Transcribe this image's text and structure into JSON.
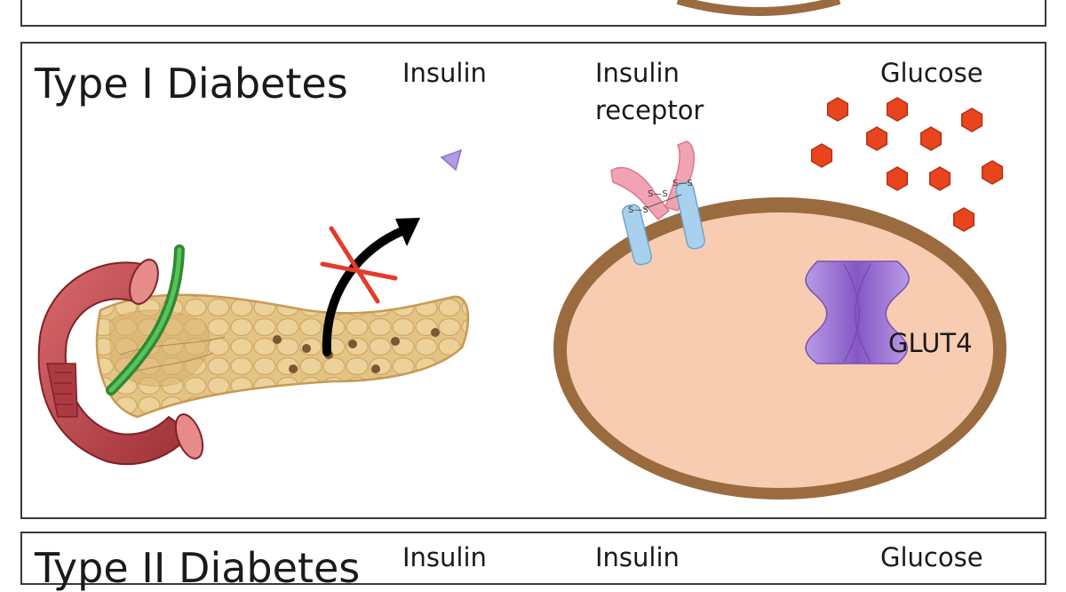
{
  "main_panel": {
    "title": "Type I Diabetes",
    "labels": {
      "insulin": "Insulin",
      "insulin_receptor_1": "Insulin",
      "insulin_receptor_2": "receptor",
      "glucose": "Glucose",
      "glut4": "GLUT4",
      "disulfide": "S—S"
    }
  },
  "bottom_panel": {
    "title": "Type II Diabetes",
    "labels": {
      "insulin": "Insulin",
      "insulin_receptor_1": "Insulin",
      "glucose": "Glucose"
    }
  },
  "colors": {
    "panel_border": "#3a3a3a",
    "cell_membrane": "#9a6b3f",
    "cytoplasm": "#f7ccb0",
    "glucose": "#e8451f",
    "insulin": "#b49ae6",
    "glut4": "#9b74cf",
    "receptor_alpha": "#f2a3b3",
    "receptor_beta": "#a9d1ee",
    "pancreas": "#e4c484",
    "duodenum": "#c1454a",
    "bile_duct": "#3fa142",
    "blocked_mark": "#e53b2b",
    "arrow": "#000000"
  }
}
